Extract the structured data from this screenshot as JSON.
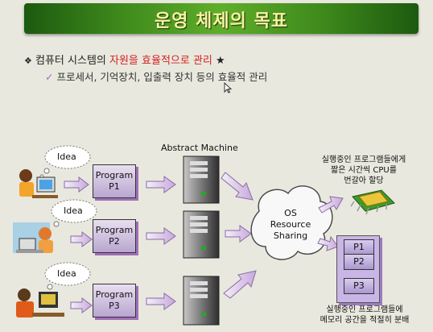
{
  "title": "운영 체제의 목표",
  "bullet": {
    "marker": "❖",
    "prefix": "컴퓨터 시스템의 ",
    "highlight": "자원을 효율적으로 관리",
    "suffix": " ★"
  },
  "subbullet": {
    "marker": "✓",
    "text": "프로세서, 기억장치, 입출력 장치 등의 효율적 관리"
  },
  "diagram": {
    "idea_label": "Idea",
    "programs": [
      {
        "line1": "Program",
        "line2": "P1"
      },
      {
        "line1": "Program",
        "line2": "P2"
      },
      {
        "line1": "Program",
        "line2": "P3"
      }
    ],
    "abstract_machine_label": "Abstract Machine",
    "os_cloud": {
      "line1": "OS",
      "line2": "Resource",
      "line3": "Sharing"
    },
    "cpu_note": {
      "line1": "실행중인 프로그램들에게",
      "line2": "짧은 시간씩 CPU를",
      "line3": "번갈아 할당"
    },
    "memory_blocks": [
      "P1",
      "P2",
      "P3"
    ],
    "memory_note": {
      "line1": "실행중인 프로그램들에",
      "line2": "메모리 공간을 적절히 분배"
    }
  },
  "colors": {
    "title_green": "#3f8a1c",
    "title_text": "#f7f3a2",
    "highlight_red": "#d52020",
    "program_shadow": "#a06fb7"
  }
}
